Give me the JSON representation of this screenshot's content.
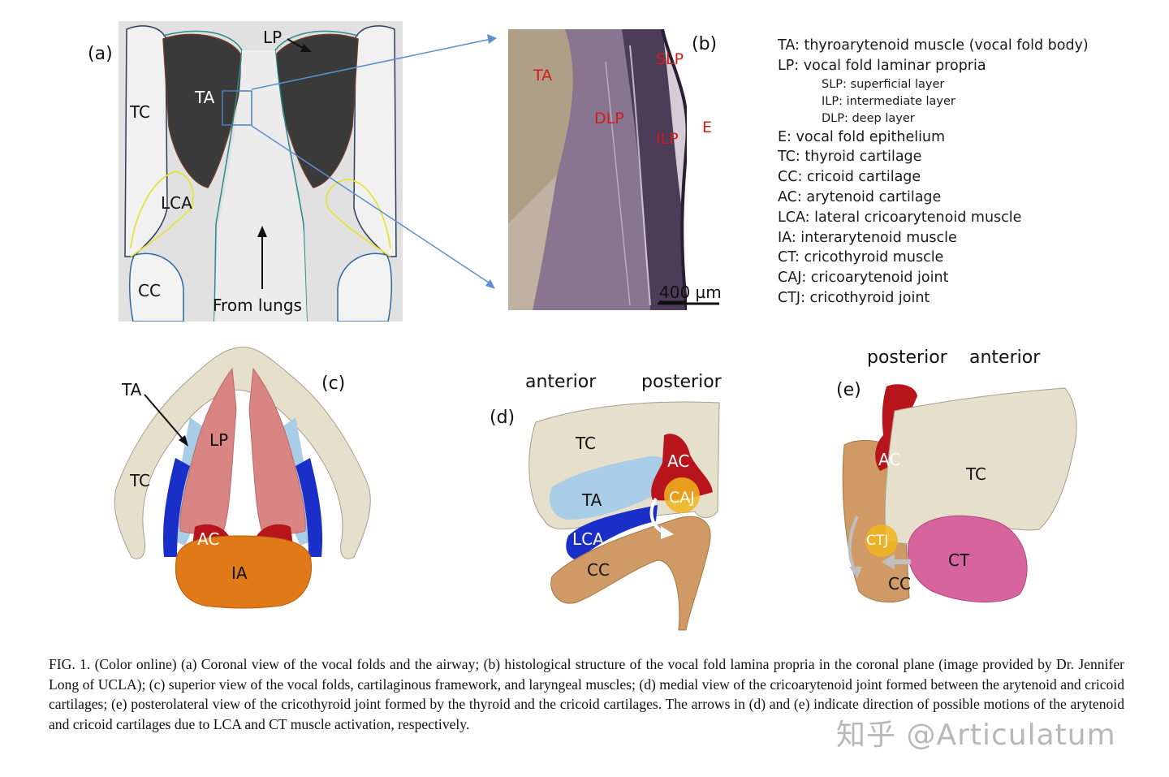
{
  "panels": {
    "a": {
      "label": "(a)",
      "tc": "TC",
      "lp": "LP",
      "ta": "TA",
      "lca": "LCA",
      "cc": "CC",
      "airflow": "From lungs"
    },
    "b": {
      "label": "(b)",
      "ta": "TA",
      "slp": "SLP",
      "dlp": "DLP",
      "ilp": "ILP",
      "e": "E",
      "scale": "400 µm"
    },
    "c": {
      "label": "(c)",
      "ta": "TA",
      "lp": "LP",
      "tc": "TC",
      "ac": "AC",
      "ia": "IA"
    },
    "d": {
      "label": "(d)",
      "anterior": "anterior",
      "posterior": "posterior",
      "tc": "TC",
      "ac": "AC",
      "ta": "TA",
      "caj": "CAJ",
      "lca": "LCA",
      "cc": "CC"
    },
    "e": {
      "label": "(e)",
      "posterior": "posterior",
      "anterior": "anterior",
      "ac": "AC",
      "tc": "TC",
      "ctj": "CTJ",
      "ct": "CT",
      "cc": "CC"
    }
  },
  "legend": [
    {
      "text": "TA: thyroarytenoid muscle (vocal fold body)",
      "sub": false
    },
    {
      "text": "LP: vocal fold laminar propria",
      "sub": false
    },
    {
      "text": "SLP: superficial layer",
      "sub": true
    },
    {
      "text": "ILP: intermediate layer",
      "sub": true
    },
    {
      "text": "DLP: deep layer",
      "sub": true
    },
    {
      "text": "E: vocal fold epithelium",
      "sub": false
    },
    {
      "text": "TC: thyroid cartilage",
      "sub": false
    },
    {
      "text": "CC: cricoid cartilage",
      "sub": false
    },
    {
      "text": "AC: arytenoid cartilage",
      "sub": false
    },
    {
      "text": "LCA: lateral cricoarytenoid muscle",
      "sub": false
    },
    {
      "text": "IA: interarytenoid muscle",
      "sub": false
    },
    {
      "text": "CT: cricothyroid muscle",
      "sub": false
    },
    {
      "text": "CAJ: cricoarytenoid joint",
      "sub": false
    },
    {
      "text": "CTJ: cricothyroid joint",
      "sub": false
    }
  ],
  "caption": "FIG. 1. (Color online) (a) Coronal view of the vocal folds and the airway; (b) histological structure of the vocal fold lamina propria in the coronal plane (image provided by Dr. Jennifer Long of UCLA); (c) superior view of the vocal folds, cartilaginous framework, and laryngeal muscles; (d) medial view of the cricoarytenoid joint formed between the arytenoid and cricoid cartilages; (e) posterolateral view of the cricothyroid joint formed by the thyroid and the cricoid cartilages. The arrows in (d) and (e) indicate direction of possible motions of the arytenoid and cricoid cartilages due to LCA and CT muscle activation, respectively.",
  "watermark": "知乎 @Articulatum",
  "colors": {
    "cartilage": "#e6dfcc",
    "lamina_propria": "#d98583",
    "ta_muscle": "#a9cde6",
    "lca_muscle": "#1a2fc8",
    "arytenoid": "#b8141c",
    "ia_muscle": "#e07a18",
    "cricoid": "#cf9a66",
    "ct_muscle": "#d6659e",
    "joint": "#f0b51c",
    "annotation_red": "#d11a1a",
    "arrow_blue": "#5b8fcf"
  }
}
